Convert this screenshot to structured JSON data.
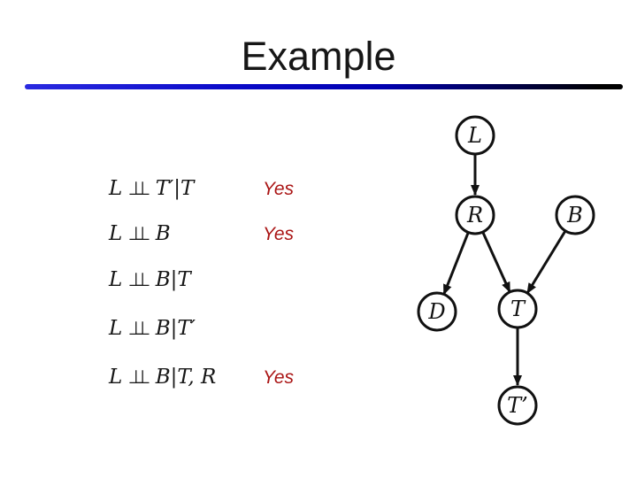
{
  "header": {
    "title": "Example"
  },
  "symbols": {
    "independence": "⊥"
  },
  "questions": [
    {
      "lhs": "L",
      "rhs": "T′|T",
      "answer": "Yes"
    },
    {
      "lhs": "L",
      "rhs": "B",
      "answer": "Yes"
    },
    {
      "lhs": "L",
      "rhs": "B|T",
      "answer": ""
    },
    {
      "lhs": "L",
      "rhs": "B|T′",
      "answer": ""
    },
    {
      "lhs": "L",
      "rhs": "B|T, R",
      "answer": "Yes"
    }
  ],
  "graph": {
    "nodes": {
      "L": {
        "label": "L"
      },
      "R": {
        "label": "R"
      },
      "B": {
        "label": "B"
      },
      "D": {
        "label": "D"
      },
      "T": {
        "label": "T"
      },
      "T_prime": {
        "label": "T’"
      }
    },
    "edges": [
      {
        "from": "L",
        "to": "R"
      },
      {
        "from": "R",
        "to": "D"
      },
      {
        "from": "R",
        "to": "T"
      },
      {
        "from": "B",
        "to": "T"
      },
      {
        "from": "T",
        "to": "T’"
      }
    ]
  },
  "colors": {
    "ink": "#161616",
    "answer_red": "#aa1414",
    "rule_blue_light": "#2a2ae0",
    "rule_blue": "#0a0ac8",
    "rule_black": "#000000"
  }
}
